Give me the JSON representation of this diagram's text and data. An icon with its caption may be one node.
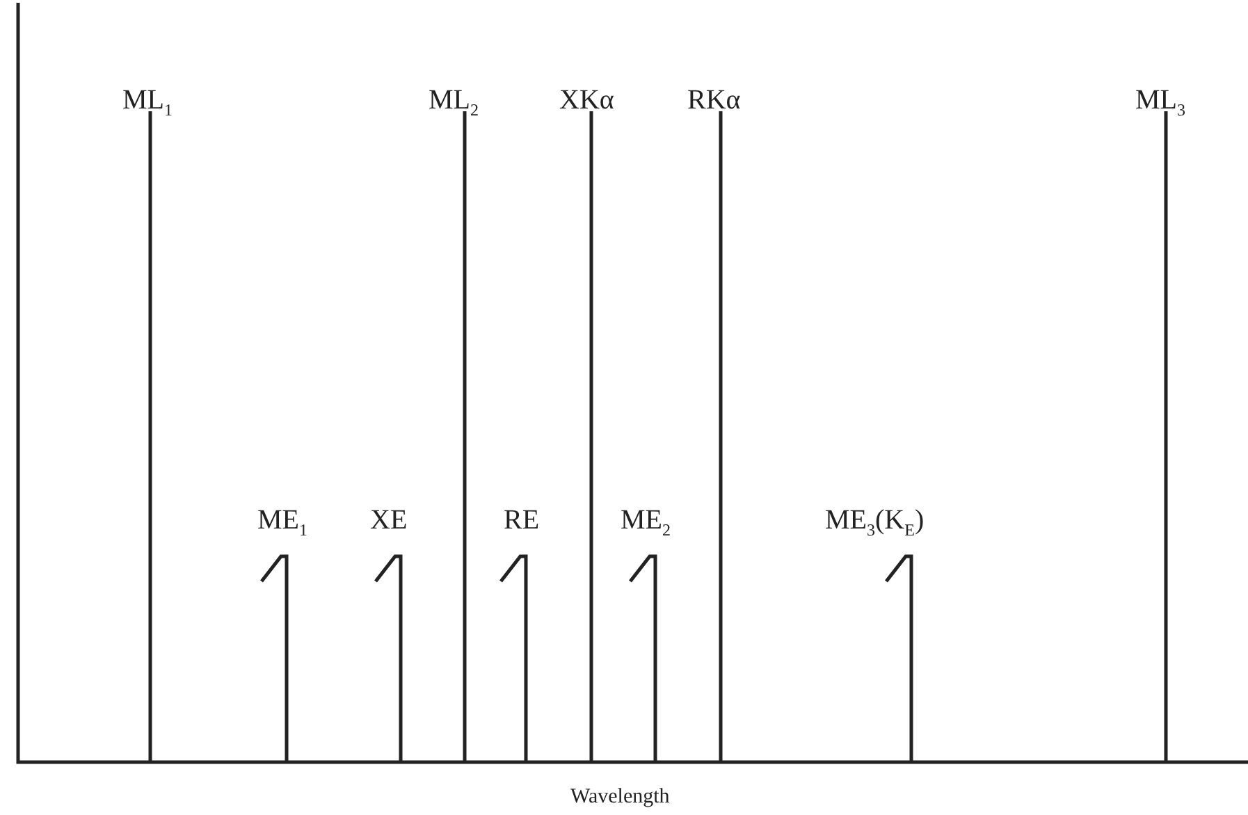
{
  "diagram": {
    "labels": [
      "ML$_{1}$",
      "ML$_{2}$",
      "XKα",
      "RKα",
      "ML$_{3}$",
      "ME$_{1}$",
      "XE",
      "RE",
      "ME$_{2}$",
      "ME$_{3}$(K$_{E}$)",
      "Wavelength"
    ]
  }
}
